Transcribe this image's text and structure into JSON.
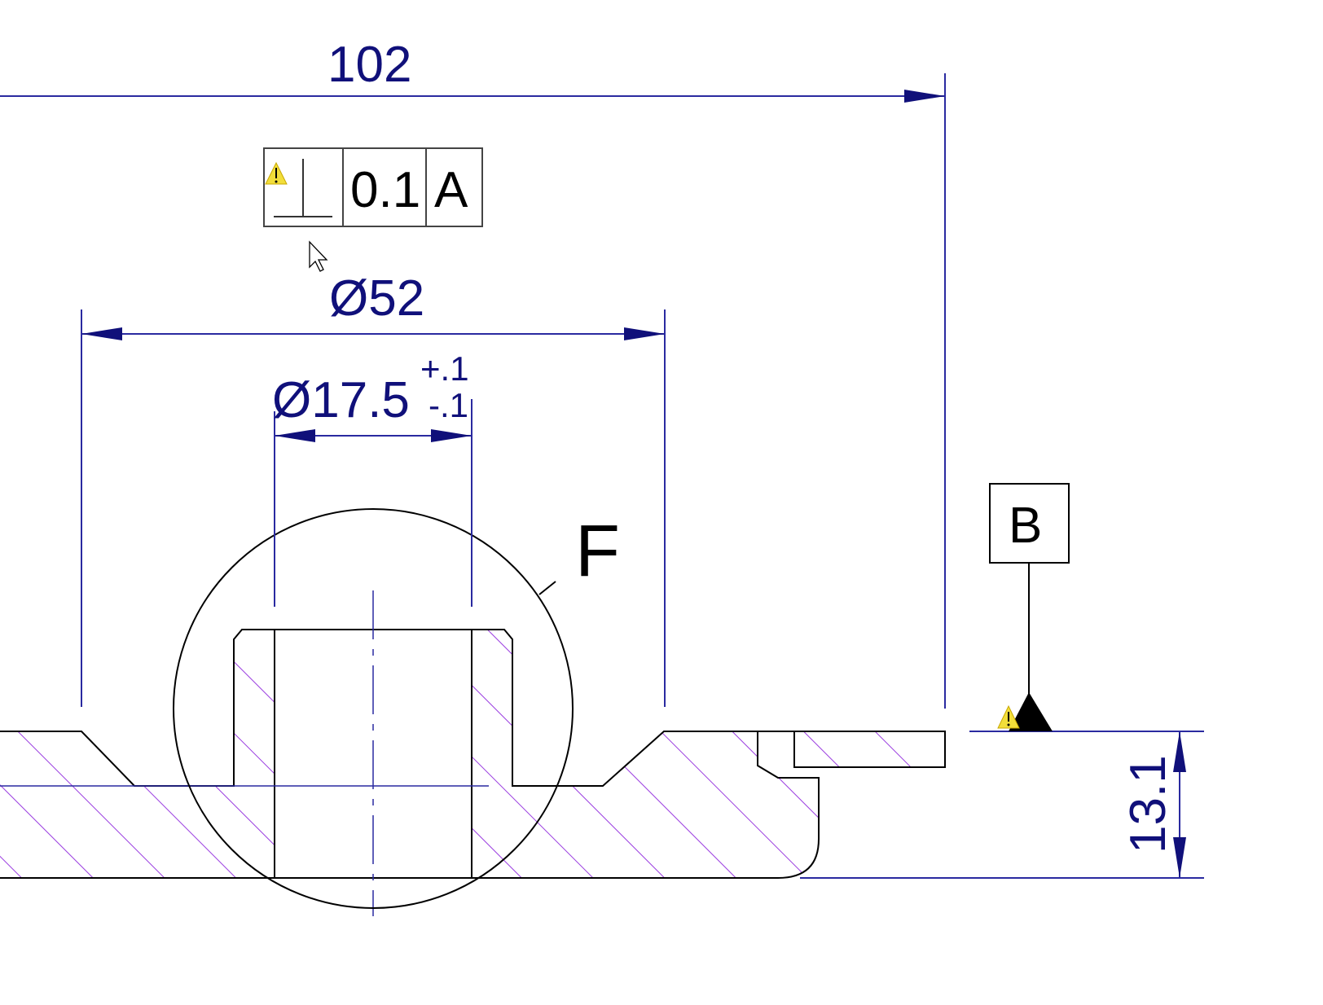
{
  "colors": {
    "dimension": "#2a2aa0",
    "dimension_text": "#10107a",
    "hatch": "#9a3ce0",
    "geometry": "#000000"
  },
  "dimensions": {
    "overall_width": "102",
    "outer_diameter": "Ø52",
    "bore_diameter": "Ø17.5",
    "bore_tol_upper": "+.1",
    "bore_tol_lower": "-.1",
    "height": "13.1"
  },
  "feature_control_frame": {
    "symbol": "perpendicularity-icon",
    "tolerance": "0.1",
    "datum": "A"
  },
  "detail_label": "F",
  "datum_feature": "B"
}
